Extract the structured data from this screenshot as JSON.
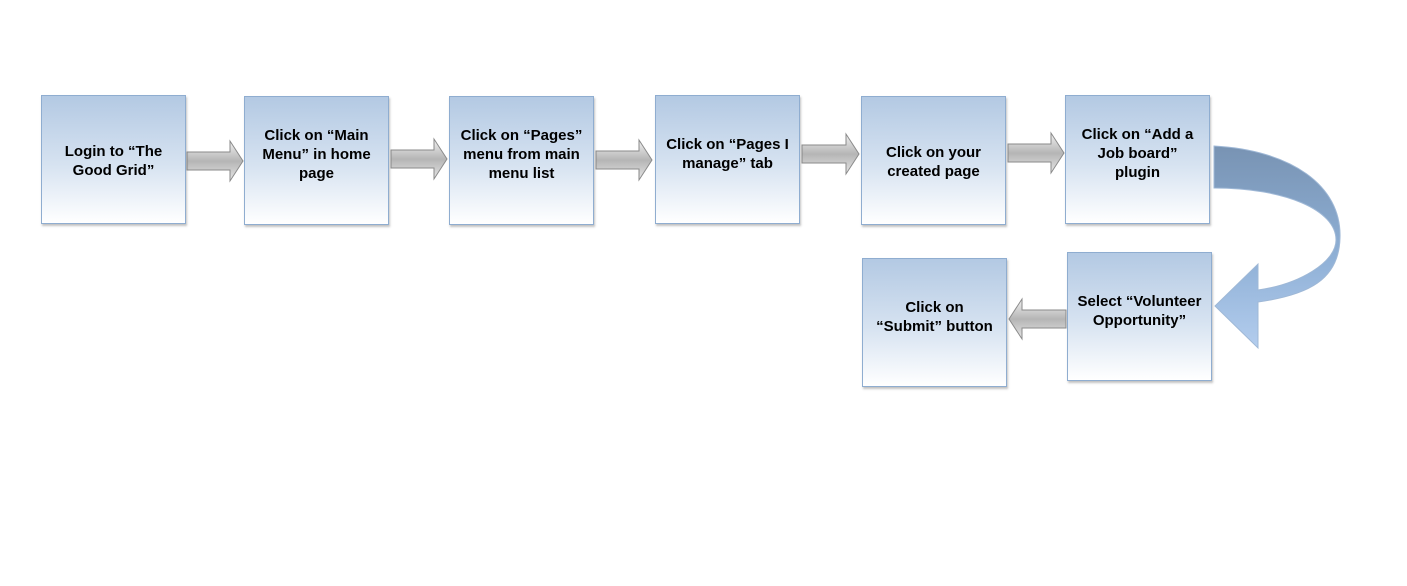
{
  "steps": [
    {
      "id": "login",
      "label": "Login to “The Good Grid”"
    },
    {
      "id": "main-menu",
      "label": "Click on “Main Menu” in home page"
    },
    {
      "id": "pages-menu",
      "label": "Click on “Pages” menu from main menu list"
    },
    {
      "id": "pages-i-manage",
      "label": "Click on “Pages I manage” tab"
    },
    {
      "id": "created-page",
      "label": "Click on your created page"
    },
    {
      "id": "add-job-board",
      "label": "Click on “Add a Job board” plugin"
    },
    {
      "id": "select-volunteer",
      "label": "Select “Volunteer Opportunity”"
    },
    {
      "id": "submit",
      "label": "Click on “Submit” button"
    }
  ],
  "colors": {
    "box_border": "#8fadd0",
    "box_top": "#b3c9e3",
    "box_bottom": "#ffffff",
    "arrow_fill": "#c9c9c9",
    "curve_arrow_top": "#7d9ab8",
    "curve_arrow_bottom": "#a9c4e4"
  }
}
